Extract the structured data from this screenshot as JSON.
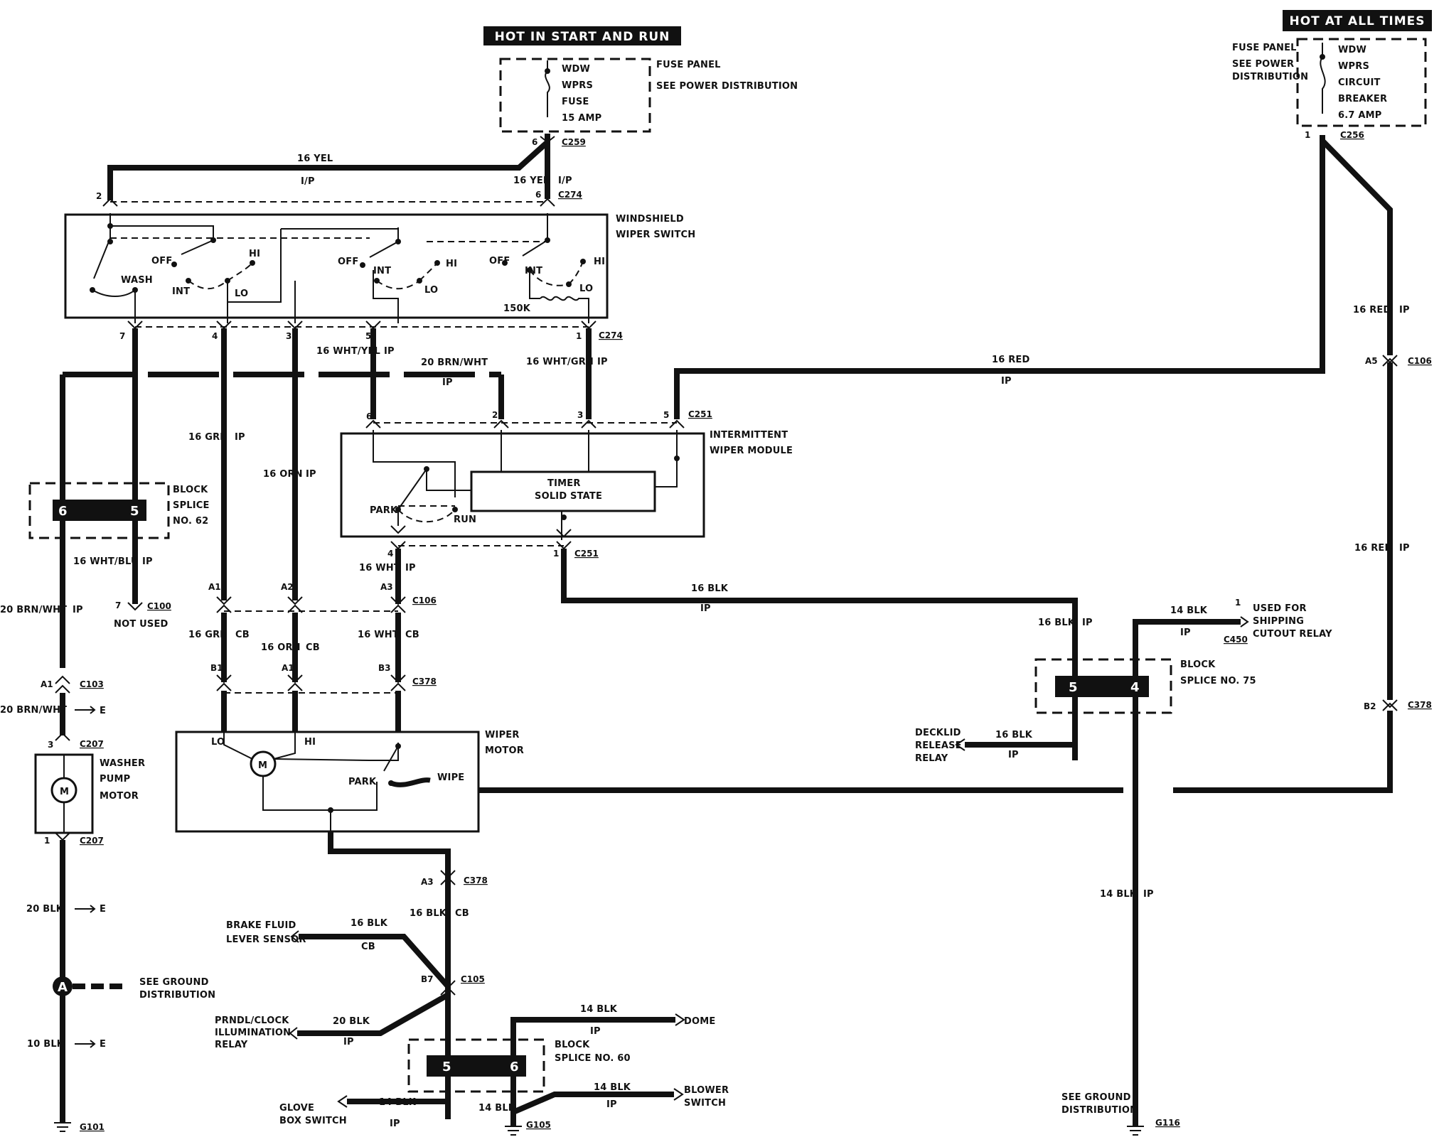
{
  "headers": {
    "hot_start_run": "HOT IN START AND RUN",
    "hot_all_times": "HOT AT ALL TIMES"
  },
  "fuse_panel_left": {
    "title": "FUSE PANEL",
    "note": "SEE POWER DISTRIBUTION",
    "fuse_lines": [
      "WDW",
      "WPRS",
      "FUSE",
      "15 AMP"
    ],
    "pin": "6",
    "connector": "C259"
  },
  "fuse_panel_right": {
    "title_lines": [
      "FUSE PANEL",
      "SEE POWER",
      "DISTRIBUTION"
    ],
    "breaker_lines": [
      "WDW",
      "WPRS",
      "CIRCUIT",
      "BREAKER",
      "6.7 AMP"
    ],
    "pin": "1",
    "connector": "C256"
  },
  "wires": {
    "w16yel_top": "16 YEL",
    "ip_top": "I/P",
    "w16yel_right": "16 YEL",
    "ip_right": "I/P",
    "c274_pin2": "2",
    "c274_pin6": "6",
    "c274_top": "C274",
    "c274_bottom": "C274",
    "pins_bottom": [
      "7",
      "4",
      "3",
      "5",
      "1"
    ],
    "w16whtyel": "16 WHT/YEL",
    "ip1": "IP",
    "w20brnwht": "20 BRN/WHT",
    "ip2": "IP",
    "w16whtgrn": "16 WHT/GRN",
    "ip3": "IP",
    "w16red_h": "16 RED",
    "ip4": "IP",
    "w16red_v1": "16 RED",
    "ip5": "IP",
    "w16red_v2": "16 RED",
    "ip6": "IP",
    "w16grn": "16 GRN",
    "ip7": "IP",
    "w16orn": "16 ORN",
    "ip8": "IP",
    "w16whtblu": "16 WHT/BLU",
    "ip9": "IP",
    "w20brnwht_v": "20 BRN/WHT",
    "ip10": "IP",
    "w16wht": "16 WHT",
    "ip11": "IP",
    "w16blk_h": "16 BLK",
    "ip12": "IP",
    "w16blk_v": "16 BLK",
    "ip13": "IP",
    "w14blk_h": "14 BLK",
    "ip14": "IP",
    "w16blk_decklid": "16 BLK",
    "ip15": "IP",
    "w14blk_v": "14 BLK",
    "ip16": "IP"
  },
  "switch": {
    "title_lines": [
      "WINDSHIELD",
      "WIPER SWITCH"
    ],
    "labels": [
      "WASH",
      "OFF",
      "INT",
      "LO",
      "HI",
      "OFF",
      "INT",
      "LO",
      "HI",
      "OFF",
      "INT",
      "HI",
      "LO",
      "150K"
    ]
  },
  "module": {
    "title_lines": [
      "INTERMITTENT",
      "WIPER MODULE"
    ],
    "timer_lines": [
      "TIMER",
      "SOLID STATE"
    ],
    "park": "PARK",
    "run": "RUN",
    "pins_top": [
      "6",
      "2",
      "3",
      "5"
    ],
    "c251_top": "C251",
    "pins_bottom": [
      "4",
      "1"
    ],
    "c251_bottom": "C251"
  },
  "c106": {
    "pins_top": [
      "A1",
      "A2",
      "A3"
    ],
    "connector": "C106",
    "right_pin": "A5",
    "right_conn": "C106",
    "b7": "B7",
    "c105": "C105"
  },
  "c378": {
    "labels_cb": [
      "16 GRN",
      "CB",
      "16 ORN",
      "CB",
      "16 WHT",
      "CB"
    ],
    "pins": [
      "B1",
      "A1",
      "B3"
    ],
    "connector": "C378",
    "right_pin": "B2",
    "right_conn": "C378",
    "a3": "A3",
    "a3_conn": "C378"
  },
  "motor": {
    "title_lines": [
      "WIPER",
      "MOTOR"
    ],
    "lo": "LO",
    "hi": "HI",
    "m": "M",
    "park": "PARK",
    "wipe": "WIPE"
  },
  "block_splice_62": {
    "title_lines": [
      "BLOCK",
      "SPLICE",
      "NO. 62"
    ],
    "pins": [
      "6",
      "5"
    ],
    "pin7": "7",
    "c100": "C100",
    "not_used": "NOT USED"
  },
  "washer": {
    "a1": "A1",
    "c103": "C103",
    "w20brnwht": "20 BRN/WHT",
    "e1": "E",
    "pin3": "3",
    "c207a": "C207",
    "title_lines": [
      "WASHER",
      "PUMP",
      "MOTOR"
    ],
    "m": "M",
    "pin1": "1",
    "c207b": "C207",
    "w20blk": "20 BLK",
    "e2": "E",
    "a": "A",
    "ground_lines": [
      "SEE GROUND",
      "DISTRIBUTION"
    ],
    "w10blk": "10 BLK",
    "e3": "E",
    "g101": "G101"
  },
  "block_splice_75": {
    "title_lines": [
      "BLOCK",
      "SPLICE NO. 75"
    ],
    "pins": [
      "5",
      "4"
    ],
    "decklid_lines": [
      "DECKLID",
      "RELEASE",
      "RELAY"
    ],
    "shipping_lines": [
      "USED FOR",
      "SHIPPING",
      "CUTOUT RELAY"
    ],
    "pin1": "1",
    "c450": "C450",
    "ground_lines": [
      "SEE GROUND",
      "DISTRIBUTION"
    ],
    "g116": "G116"
  },
  "lower": {
    "w16blk": "16 BLK",
    "cb1": "CB",
    "brake_lines": [
      "BRAKE FLUID",
      "LEVER SENSOR"
    ],
    "brake_wire": "16 BLK",
    "cb2": "CB",
    "prndl_lines": [
      "PRNDL/CLOCK",
      "ILLUMINATION",
      "RELAY"
    ],
    "prndl_wire": "20 BLK",
    "ip_prndl": "IP",
    "dome": "DOME",
    "dome_wire": "14 BLK",
    "ip_dome": "IP",
    "splice60_lines": [
      "BLOCK",
      "SPLICE NO. 60"
    ],
    "splice60_pins": [
      "5",
      "6"
    ],
    "glove_lines": [
      "GLOVE",
      "BOX SWITCH"
    ],
    "glove_wire": "14 BLK",
    "ip_glove": "IP",
    "blower_lines": [
      "BLOWER",
      "SWITCH"
    ],
    "blower_wire": "14 BLK",
    "ip_blower": "IP",
    "g105_wire": "14 BLK",
    "g105": "G105"
  }
}
